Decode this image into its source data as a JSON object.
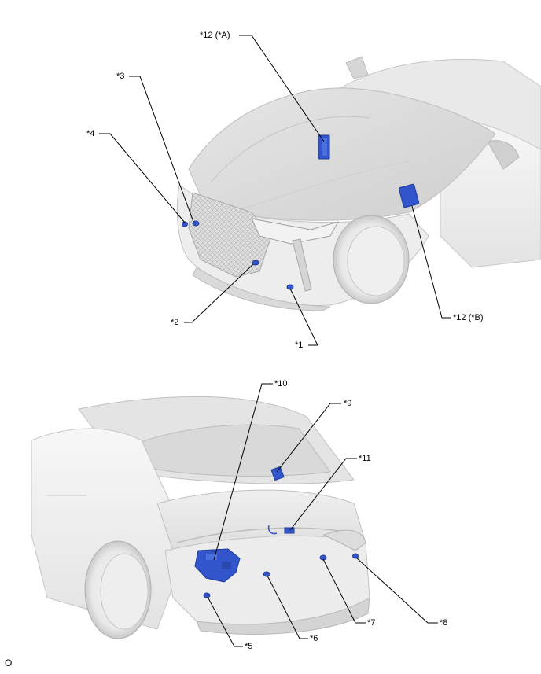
{
  "figure": {
    "callouts": {
      "c12a": "*12 (*A)",
      "c3": "*3",
      "c4": "*4",
      "c2": "*2",
      "c1": "*1",
      "c12b": "*12 (*B)",
      "c10": "*10",
      "c9": "*9",
      "c11": "*11",
      "c5": "*5",
      "c6": "*6",
      "c7": "*7",
      "c8": "*8"
    },
    "footer_code": "O"
  },
  "colors": {
    "component": "#3355cc",
    "component_dark": "#1f3a99",
    "body_light": "#f4f4f4",
    "body_mid": "#dcdcdc",
    "body_dark": "#b8b8b8",
    "line": "#000000"
  }
}
